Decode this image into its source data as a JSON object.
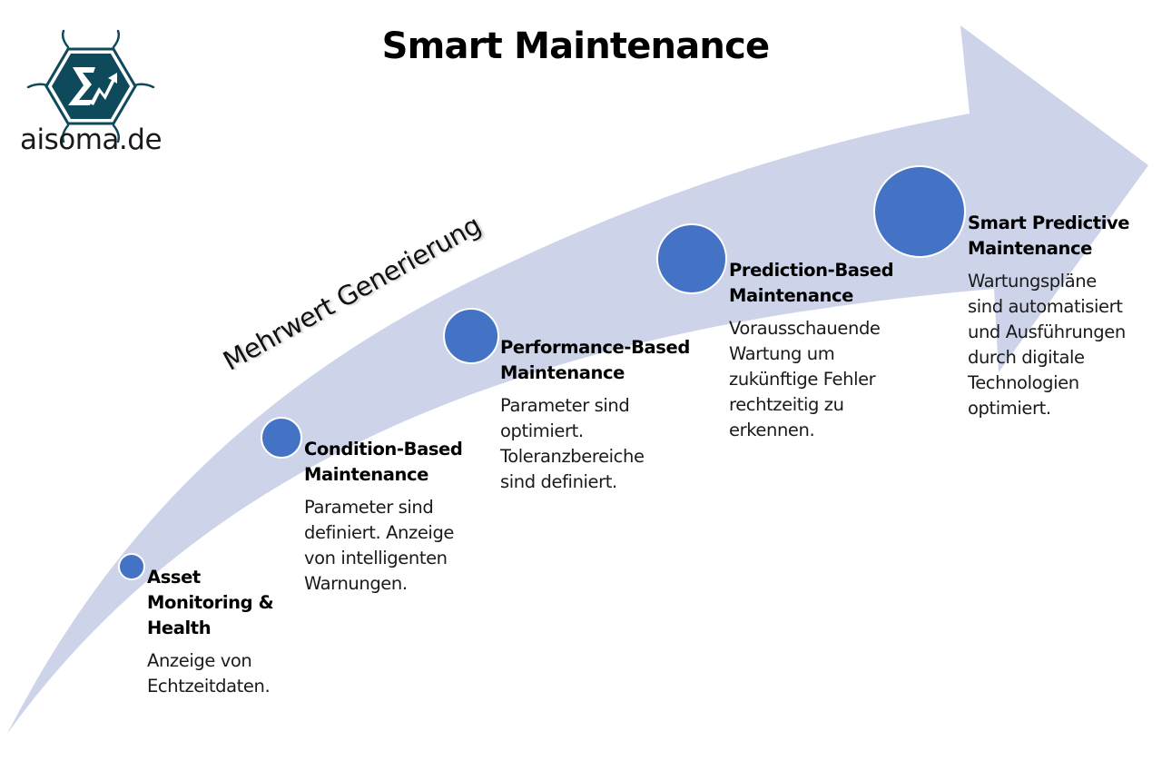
{
  "header": {
    "title": "Smart Maintenance",
    "logo_text": "aisoma.de",
    "logo_icon": "sigma-arrow-hexagon-icon"
  },
  "diagram": {
    "arrow_label": "Mehrwert Generierung",
    "colors": {
      "arrow_fill": "#CDD4EA",
      "circle_fill": "#4472C4",
      "circle_stroke": "#FFFFFF",
      "logo_fill": "#0E4A5C"
    },
    "stages": [
      {
        "title_lines": [
          "Asset",
          "Monitoring &",
          "Health"
        ],
        "desc_lines": [
          "Anzeige von",
          "Echtzeitdaten."
        ]
      },
      {
        "title_lines": [
          "Condition-Based",
          "Maintenance"
        ],
        "desc_lines": [
          "Parameter sind",
          "definiert. Anzeige",
          "von intelligenten",
          "Warnungen."
        ]
      },
      {
        "title_lines": [
          "Performance-Based",
          "Maintenance"
        ],
        "desc_lines": [
          "Parameter sind",
          "optimiert.",
          "Toleranzbereiche",
          "sind definiert."
        ]
      },
      {
        "title_lines": [
          "Prediction-Based",
          "Maintenance"
        ],
        "desc_lines": [
          "Vorausschauende",
          "Wartung um",
          "zukünftige Fehler",
          "rechtzeitig zu",
          "erkennen."
        ]
      },
      {
        "title_lines": [
          "Smart Predictive",
          "Maintenance"
        ],
        "desc_lines": [
          "Wartungspläne",
          "sind automatisiert",
          "und Ausführungen",
          "durch digitale",
          "Technologien",
          "optimiert."
        ]
      }
    ]
  }
}
